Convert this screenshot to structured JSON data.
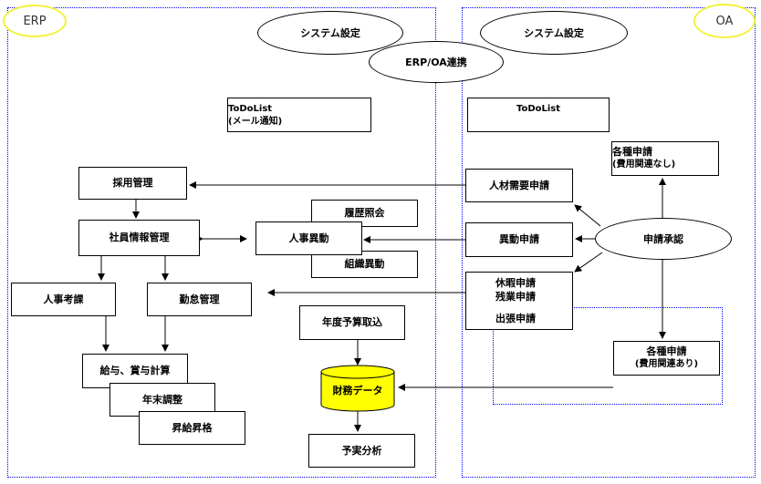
{
  "erp": {
    "label": "ERP",
    "system_settings": "システム設定",
    "todo_line1": "ToDoList",
    "todo_line2": "(メール通知)",
    "recruitment": "採用管理",
    "employee_info": "社員情報管理",
    "history_inquiry": "履歴照会",
    "hr_transfer": "人事異動",
    "org_transfer": "組織異動",
    "hr_evaluation": "人事考課",
    "attendance": "勤怠管理",
    "annual_budget": "年度予算取込",
    "payroll": "給与、賞与計算",
    "year_end": "年末調整",
    "promotion": "昇給昇格",
    "financial_data": "財務データ",
    "budget_analysis": "予実分析"
  },
  "link": {
    "erp_oa": "ERP/OA連携"
  },
  "oa": {
    "label": "OA",
    "system_settings": "システム設定",
    "todo": "ToDoList",
    "various_no_cost_line1": "各種申請",
    "various_no_cost_line2": "(費用関連なし)",
    "staffing_request": "人材需要申請",
    "transfer_request": "異動申請",
    "approval": "申請承認",
    "leave_request": "休暇申請",
    "overtime_request": "残業申請",
    "business_trip": "出張申請",
    "various_cost_line1": "各種申請",
    "various_cost_line2": "(費用関連あり)"
  },
  "colors": {
    "panel_border": "#0000ff",
    "tag_border": "#f2f23a",
    "db_fill": "#ffff00",
    "line": "#000000"
  }
}
